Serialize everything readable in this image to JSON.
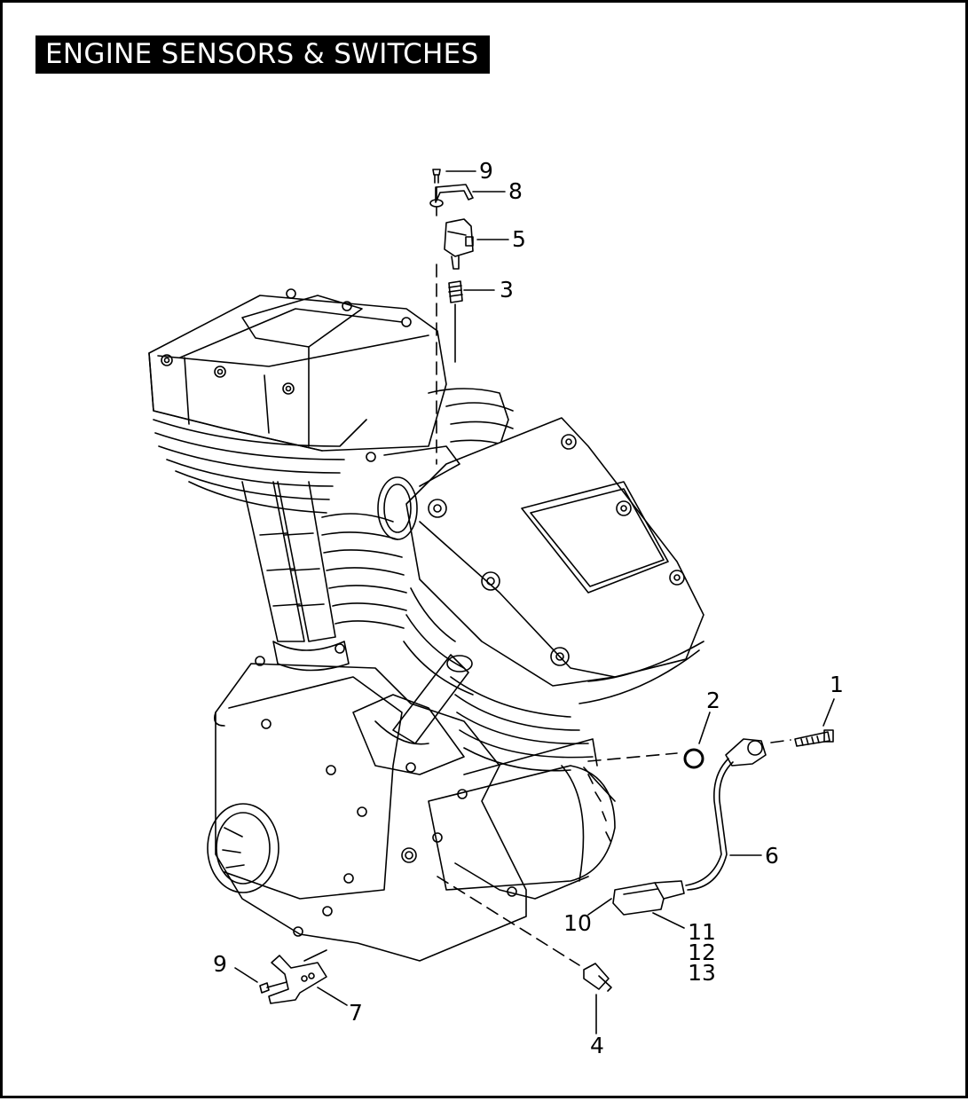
{
  "title": "ENGINE SENSORS & SWITCHES",
  "callouts": {
    "c1": "1",
    "c2": "2",
    "c3": "3",
    "c4": "4",
    "c5": "5",
    "c6": "6",
    "c7": "7",
    "c8": "8",
    "c9_top": "9",
    "c9_bottom": "9",
    "c10": "10",
    "c11": "11",
    "c12": "12",
    "c13": "13"
  }
}
